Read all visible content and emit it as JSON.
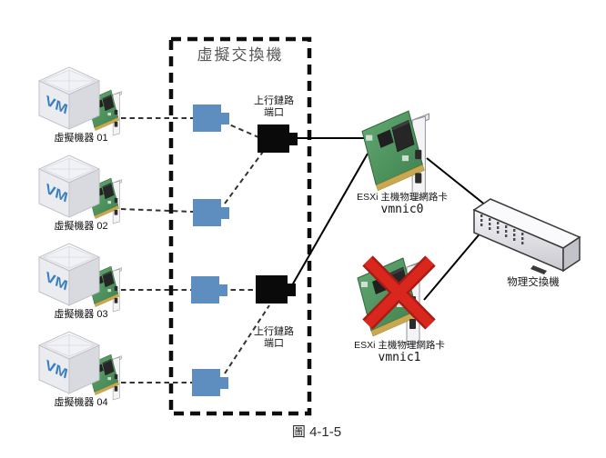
{
  "title": "虛擬交換機",
  "caption": "圖 4-1-5",
  "vm_cube_text": "VM",
  "vms": [
    {
      "label": "虛擬機器 01"
    },
    {
      "label": "虛擬機器 02"
    },
    {
      "label": "虛擬機器 03"
    },
    {
      "label": "虛擬機器 04"
    }
  ],
  "uplink_ports": {
    "top": {
      "line1": "上行鏈路",
      "line2": "端口"
    },
    "bottom": {
      "line1": "上行鏈路",
      "line2": "端口"
    }
  },
  "nics": {
    "vmnic0": {
      "line1": "ESXi 主機物理網路卡",
      "name": "vmnic0"
    },
    "vmnic1": {
      "line1": "ESXi 主機物理網路卡",
      "name": "vmnic1"
    }
  },
  "physical_switch": {
    "label": "物理交換機"
  },
  "colors": {
    "port_blue": "#5e8ebf",
    "uplink_black": "#0a0a0a",
    "x_red": "#da271d",
    "vm_text_blue": "#3a7fc1",
    "line_black": "#000000",
    "dash_gray": "#333333"
  }
}
